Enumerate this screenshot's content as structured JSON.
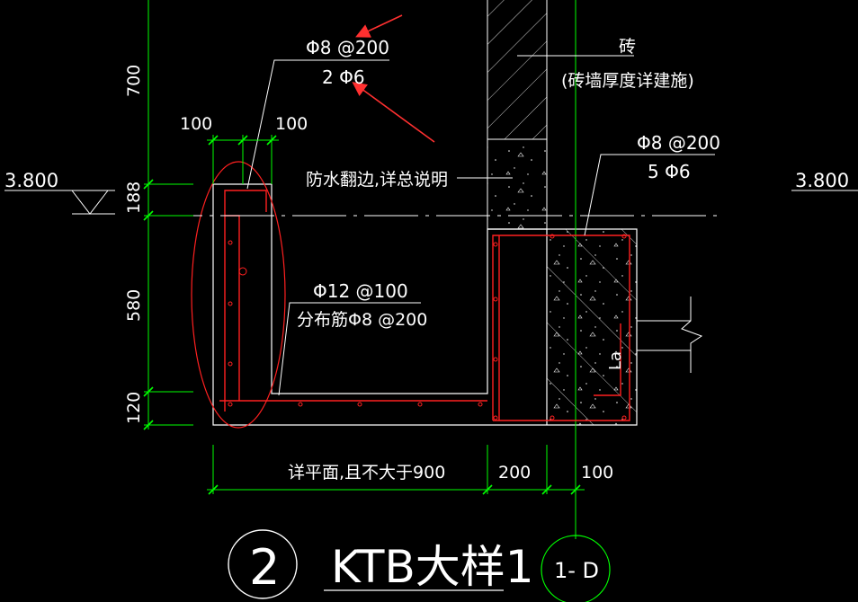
{
  "drawing": {
    "title": "KTB大样1",
    "detail_number": "2",
    "axis_label": "1- D"
  },
  "labels": {
    "top_rebar_line1": "Φ8 @200",
    "top_rebar_line2": "2 Φ6",
    "brick": "砖",
    "brick_note": "(砖墙厚度详建施)",
    "waterproof_note": "防水翻边,详总说明",
    "right_rebar_line1": "Φ8 @200",
    "right_rebar_line2": "5 Φ6",
    "slab_rebar_line1": "Φ12 @100",
    "slab_rebar_line2": "分布筋Φ8 @200",
    "anchor_label": "La"
  },
  "elevations": {
    "left": "3.800",
    "right": "3.800"
  },
  "dimensions": {
    "top_left": "100",
    "top_right": "100",
    "vertical_700": "700",
    "vertical_188": "188",
    "vertical_580": "580",
    "vertical_120": "120",
    "bottom_span": "详平面,且不大于900",
    "bottom_200": "200",
    "bottom_100": "100"
  },
  "colors": {
    "background": "#000000",
    "linework": "#ffffff",
    "dimension": "#00ff00",
    "rebar": "#ff2020",
    "annotation_arrow": "#ff3030"
  }
}
